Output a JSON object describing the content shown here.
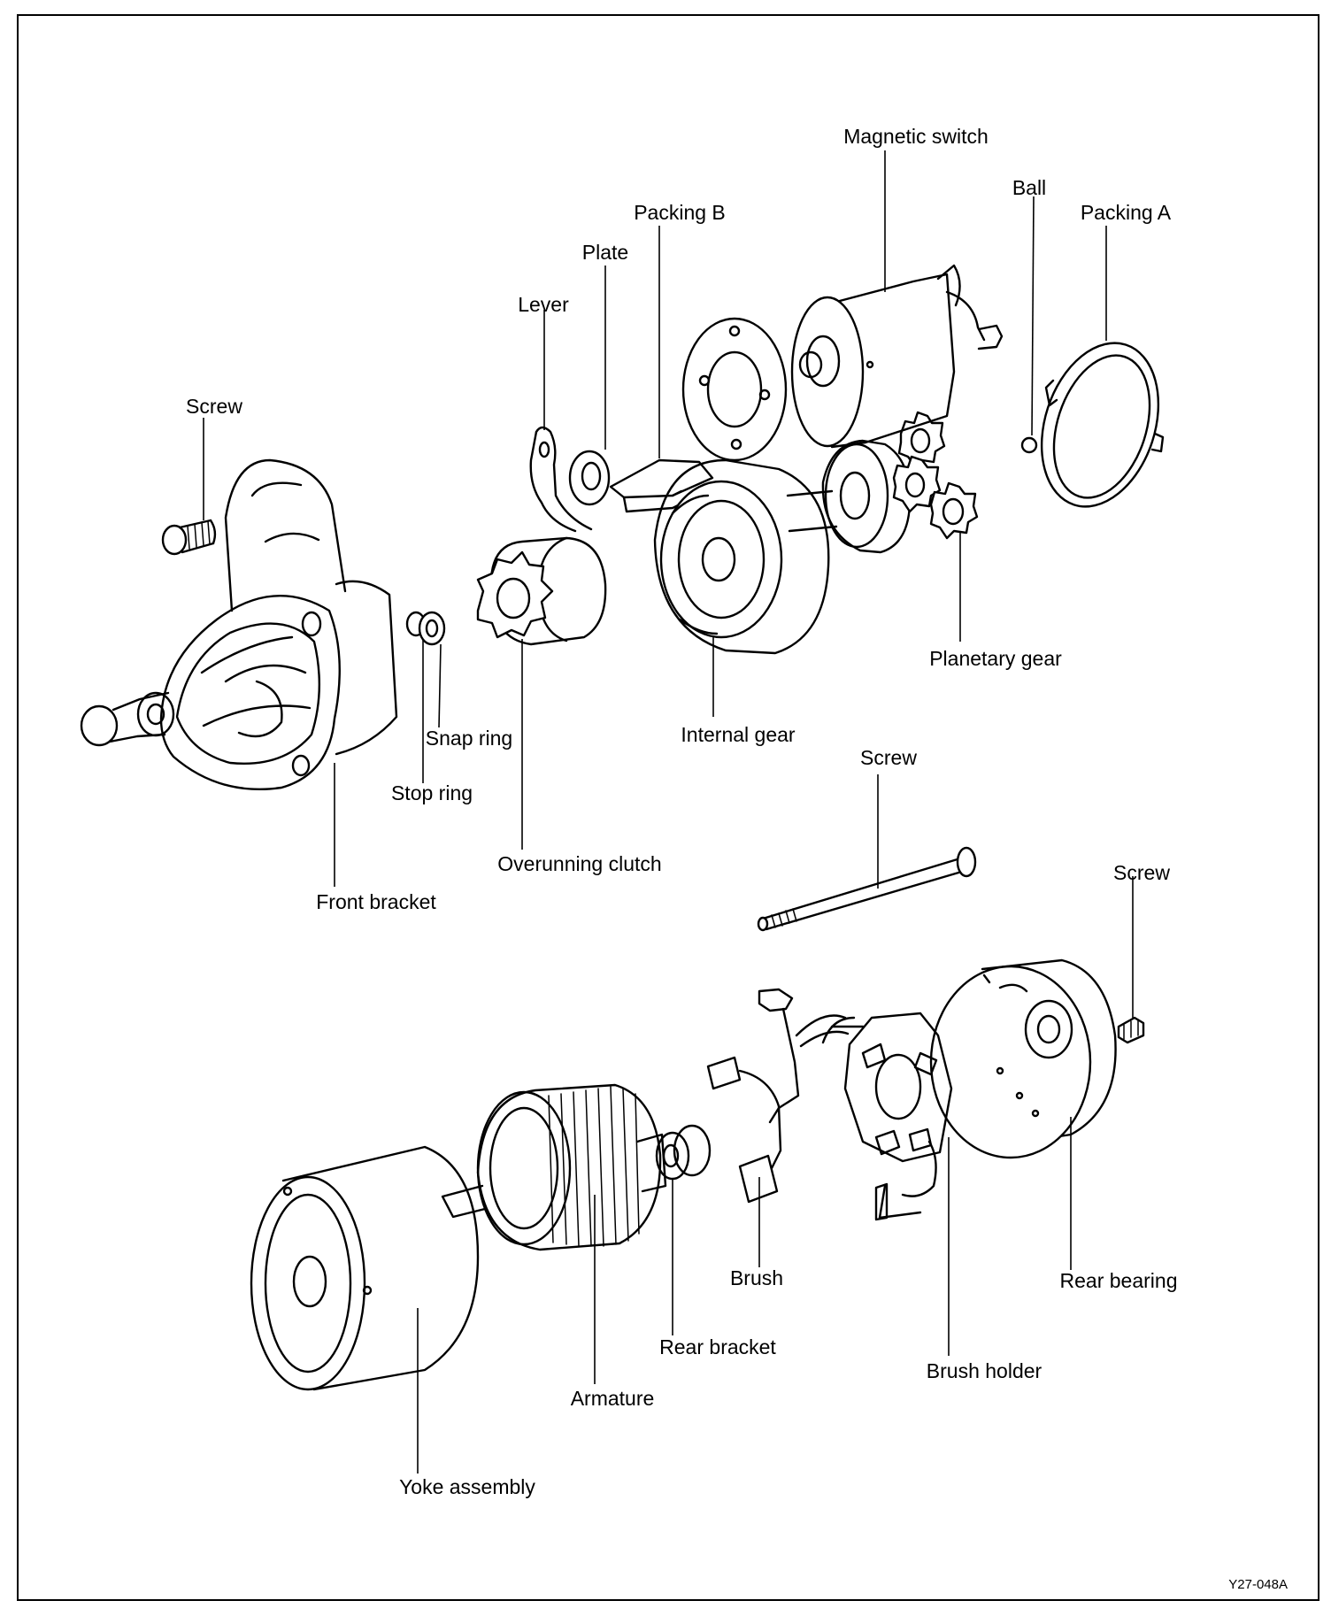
{
  "diagram": {
    "callouts": [
      {
        "id": "magnetic-switch",
        "text": "Magnetic switch"
      },
      {
        "id": "ball",
        "text": "Ball"
      },
      {
        "id": "packing-a",
        "text": "Packing A"
      },
      {
        "id": "packing-b",
        "text": "Packing B"
      },
      {
        "id": "plate",
        "text": "Plate"
      },
      {
        "id": "lever",
        "text": "Lever"
      },
      {
        "id": "screw-front",
        "text": "Screw"
      },
      {
        "id": "planetary-gear",
        "text": "Planetary gear"
      },
      {
        "id": "snap-ring",
        "text": "Snap ring"
      },
      {
        "id": "internal-gear",
        "text": "Internal gear"
      },
      {
        "id": "stop-ring",
        "text": "Stop ring"
      },
      {
        "id": "screw-through-bolt",
        "text": "Screw"
      },
      {
        "id": "overrunning-clutch",
        "text": "Overunning clutch"
      },
      {
        "id": "screw-rear",
        "text": "Screw"
      },
      {
        "id": "front-bracket",
        "text": "Front bracket"
      },
      {
        "id": "brush",
        "text": "Brush"
      },
      {
        "id": "rear-bearing",
        "text": "Rear bearing"
      },
      {
        "id": "rear-bracket",
        "text": "Rear bracket"
      },
      {
        "id": "brush-holder",
        "text": "Brush holder"
      },
      {
        "id": "armature",
        "text": "Armature"
      },
      {
        "id": "yoke-assembly",
        "text": "Yoke assembly"
      }
    ],
    "figure_code": "Y27-048A"
  }
}
